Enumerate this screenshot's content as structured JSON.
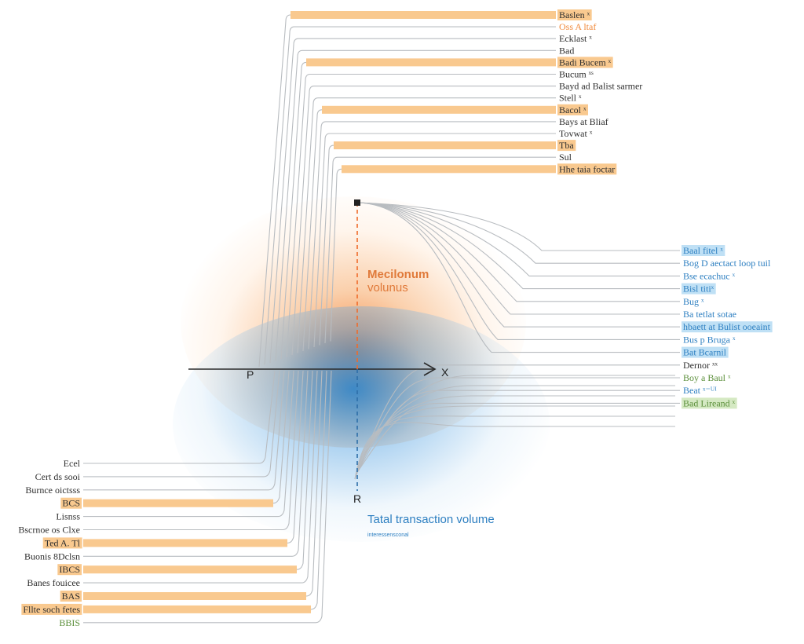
{
  "colors": {
    "orange": "#f08a3c",
    "orange_highlight": "#f9c98f",
    "blue": "#2d7fc1",
    "blue_highlight": "#bfe0f5",
    "green": "#5b8f3a",
    "green_highlight": "#d5e9c3",
    "line": "#b8bcc0",
    "axis": "#2b2b2b"
  },
  "top_labels": [
    {
      "text": "Baslen ˣ",
      "hl": true
    },
    {
      "text": "Oss A ltaf",
      "hl": false,
      "tone": "orange"
    },
    {
      "text": "Ecklast ˣ",
      "hl": false
    },
    {
      "text": "Bad",
      "hl": false
    },
    {
      "text": "Badi Bucem ˣ",
      "hl": true
    },
    {
      "text": "Bucum ˣˢ",
      "hl": false
    },
    {
      "text": "Bayd ad Balist sarmer",
      "hl": false
    },
    {
      "text": "Stell ˣ",
      "hl": false
    },
    {
      "text": "Bacol ˣ",
      "hl": true
    },
    {
      "text": "Bays at Bliaf",
      "hl": false
    },
    {
      "text": "Tovwat ˣ",
      "hl": false
    },
    {
      "text": "Tba",
      "hl": true
    },
    {
      "text": "Sul",
      "hl": false
    },
    {
      "text": "Hhe taia foctar",
      "hl": true
    }
  ],
  "right_labels": [
    {
      "text": "Baal fitel ˣ",
      "tone": "blue",
      "hl": true
    },
    {
      "text": "Bog D aectact loop tuil",
      "tone": "blue",
      "hl": false
    },
    {
      "text": "Bse ecachuc ˣ",
      "tone": "blue",
      "hl": false
    },
    {
      "text": "Bisl titiˣ",
      "tone": "blue",
      "hl": true
    },
    {
      "text": "Bug ˣ",
      "tone": "blue",
      "hl": false
    },
    {
      "text": "Ba tetlat sotae",
      "tone": "blue",
      "hl": false
    },
    {
      "text": "hbaett at Bulist ooeaint",
      "tone": "blue",
      "hl": true
    },
    {
      "text": "Bus p Bruga ˣ",
      "tone": "blue",
      "hl": false
    },
    {
      "text": "Bat Bcarnil",
      "tone": "blue",
      "hl": true
    },
    {
      "text": "Dernor ˣˣ",
      "tone": "dark",
      "hl": false
    },
    {
      "text": "Boy a Baul ˣ",
      "tone": "green",
      "hl": false
    },
    {
      "text": "Beat ˣ⁻ᵁᴵ",
      "tone": "blue",
      "hl": false
    },
    {
      "text": "Bad Lireand ˣ",
      "tone": "green",
      "hl": true
    }
  ],
  "bottom_labels": [
    {
      "text": "Ecel",
      "hl": false
    },
    {
      "text": "Cert ds sooi",
      "hl": false
    },
    {
      "text": "Burnce oictsss",
      "hl": false
    },
    {
      "text": "BCS",
      "hl": true
    },
    {
      "text": "Lisnss",
      "hl": false
    },
    {
      "text": "Bscrnoe os Clxe",
      "hl": false
    },
    {
      "text": "Ted A. Tl",
      "hl": true
    },
    {
      "text": "Buonis 8Dclsn",
      "hl": false
    },
    {
      "text": "IBCS",
      "hl": true
    },
    {
      "text": "Banes fouicee",
      "hl": false
    },
    {
      "text": "BAS",
      "hl": true
    },
    {
      "text": "Fllte soch fetes",
      "hl": true
    },
    {
      "text": "BBIS",
      "hl": false,
      "tone": "green"
    }
  ],
  "axis": {
    "y_label": "P",
    "x_label": "X",
    "bottom_label": "R"
  },
  "callout_top": "Mecilonum volunus",
  "callout_bottom": "Tatal transaction volume",
  "callout_bottom_sub": "interessensconal"
}
